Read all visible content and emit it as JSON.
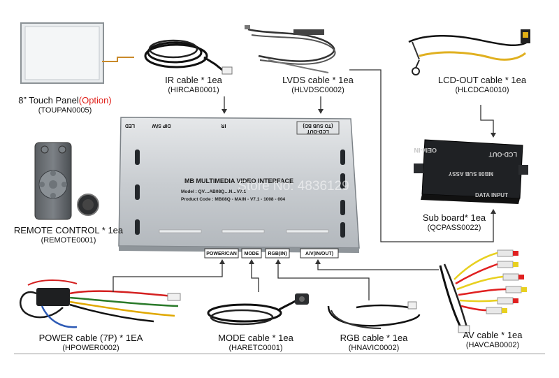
{
  "components": {
    "touch_panel": {
      "name": "8” Touch Panel",
      "option": "(Option)",
      "code": "(TOUPAN0005)"
    },
    "ir_cable": {
      "name": "IR cable * 1ea",
      "code": "(HIRCAB0001)"
    },
    "lvds_cable": {
      "name": "LVDS cable * 1ea",
      "code": "(HLVDSC0002)"
    },
    "lcd_out_cable": {
      "name": "LCD-OUT cable * 1ea",
      "code": "(HLCDCA0010)"
    },
    "remote_control": {
      "name": "REMOTE CONTROL * 1ea",
      "code": "(REMOTE0001)"
    },
    "sub_board": {
      "name": "Sub board* 1ea",
      "code": "(QCPASS0022)"
    },
    "power_cable": {
      "name": "POWER cable (7P) * 1EA",
      "code": "(HPOWER0002)"
    },
    "mode_cable": {
      "name": "MODE cable * 1ea",
      "code": "(HARETC0001)"
    },
    "rgb_cable": {
      "name": "RGB cable * 1ea",
      "code": "(HNAVIC0002)"
    },
    "av_cable": {
      "name": "AV cable * 1ea",
      "code": "(HAVCAB0002)"
    }
  },
  "main_unit": {
    "title": "MB MULTIMEDIA VIDEO INTERFACE",
    "model_line": "Model : QV…AB08Q…N…V7.1",
    "product_line": "Product Code : MB08Q - MAIN - V7.1 - 1008 - 004",
    "top_ports": {
      "led": "LED",
      "dip": "DIP S/W",
      "ir": "IR",
      "lcd_out": "LCD-OUT",
      "lcd_out_sub": "(TO SUB BD)"
    },
    "bottom_ports": {
      "power": "POWER/CAN",
      "mode": "MODE",
      "rgb": "RGB(IN)",
      "av": "A/V(IN/OUT)"
    }
  },
  "sub_board_unit": {
    "oem_in": "OEM-IN",
    "lcd_out": "LCD-OUT",
    "assy": "MB08 SUB ASSY",
    "data_input": "DATA INPUT"
  },
  "watermark": "Store No: 4836129"
}
